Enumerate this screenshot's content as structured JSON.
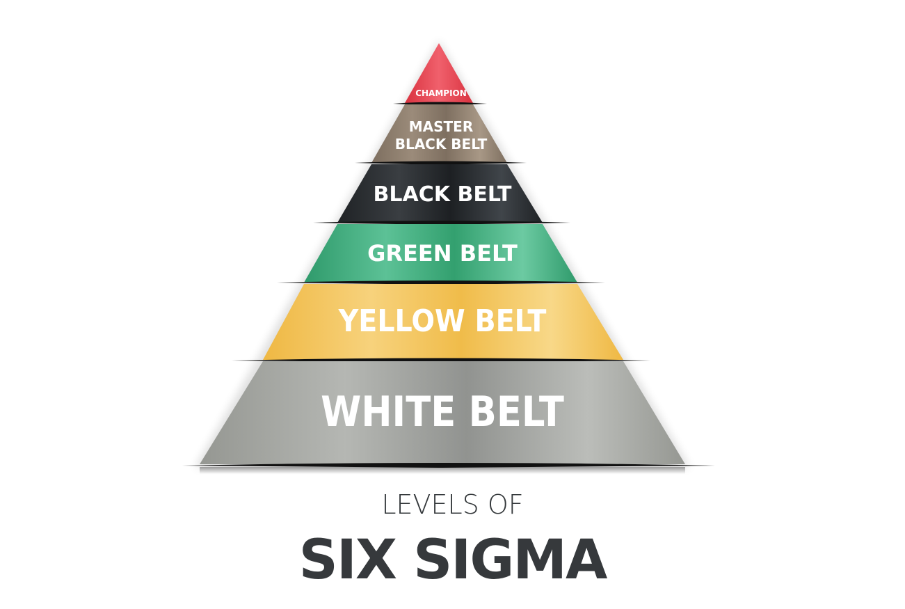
{
  "diagram": {
    "type": "pyramid",
    "tiers": [
      {
        "label": "CHAMPION",
        "color": "#e8404f"
      },
      {
        "label_line1": "MASTER",
        "label_line2": "BLACK BELT",
        "color": "#8c7d6d"
      },
      {
        "label": "BLACK BELT",
        "color": "#2b2e31"
      },
      {
        "label": "GREEN BELT",
        "color": "#3fa57a"
      },
      {
        "label": "YELLOW BELT",
        "color": "#f2c04f"
      },
      {
        "label": "WHITE BELT",
        "color": "#a4a6a2"
      }
    ]
  },
  "title": {
    "line1": "LEVELS OF",
    "line2": "SIX SIGMA",
    "color": "#36393c"
  }
}
